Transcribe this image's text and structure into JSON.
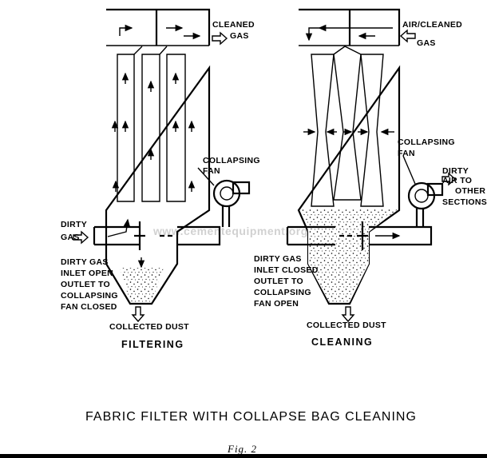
{
  "left_panel": {
    "cleaned_gas_label": [
      "CLEANED",
      "GAS"
    ],
    "collapsing_fan_label": [
      "COLLAPSING",
      "FAN"
    ],
    "dirty_gas_label": [
      "DIRTY",
      "GAS"
    ],
    "inlet_note": [
      "DIRTY GAS",
      "INLET OPEN",
      "OUTLET TO",
      "COLLAPSING",
      "FAN CLOSED"
    ],
    "collected_dust_label": "COLLECTED DUST",
    "mode_caption": "FILTERING"
  },
  "right_panel": {
    "air_cleaned_gas_label": [
      "AIR/CLEANED",
      "GAS"
    ],
    "collapsing_fan_label": [
      "COLLAPSING",
      "FAN"
    ],
    "dirty_air_label": [
      "DIRTY",
      "AIR TO",
      "OTHER",
      "SECTIONS"
    ],
    "inlet_note": [
      "DIRTY GAS",
      "INLET CLOSED",
      "OUTLET TO",
      "COLLAPSING",
      "FAN OPEN"
    ],
    "collected_dust_label": "COLLECTED DUST",
    "mode_caption": "CLEANING"
  },
  "watermark": "www.cementequipment.org",
  "figure_title": "FABRIC FILTER WITH COLLAPSE BAG CLEANING",
  "figure_number": "Fig.   2",
  "icons": {
    "open_arrow": "hollow-arrow-icon",
    "flow_arrow": "arrow-icon",
    "fan": "fan-icon",
    "damper": "damper-icon"
  }
}
